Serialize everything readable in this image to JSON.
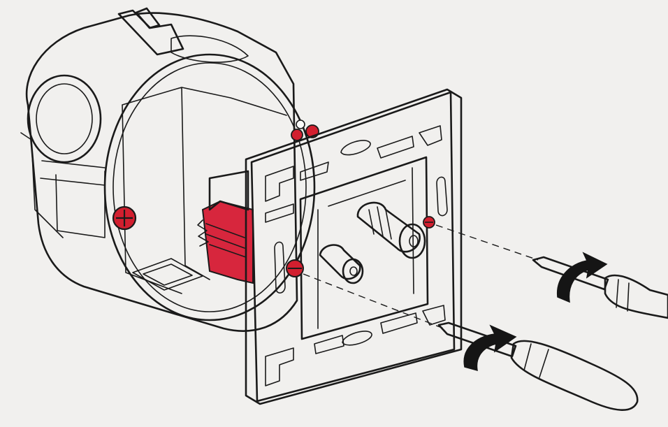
{
  "colors": {
    "background": "#f1f0ee",
    "line": "#1a1a1a",
    "part_fill": "#fbfbfa",
    "mechanism_red": "#d7263d",
    "screw_red": "#d21f2f",
    "knob_gray": "#a9a9a9",
    "arrow_black": "#151515"
  },
  "icons": {
    "rotation_arrow": "curved-arrow-clockwise-icon",
    "screw": "slotted-screw-head-icon",
    "screwdriver": "flathead-screwdriver-icon"
  },
  "parts": [
    "flush-mounting-box",
    "support-frame",
    "clamping-mechanism",
    "fixing-screws",
    "coax-connectors",
    "screwdrivers"
  ]
}
